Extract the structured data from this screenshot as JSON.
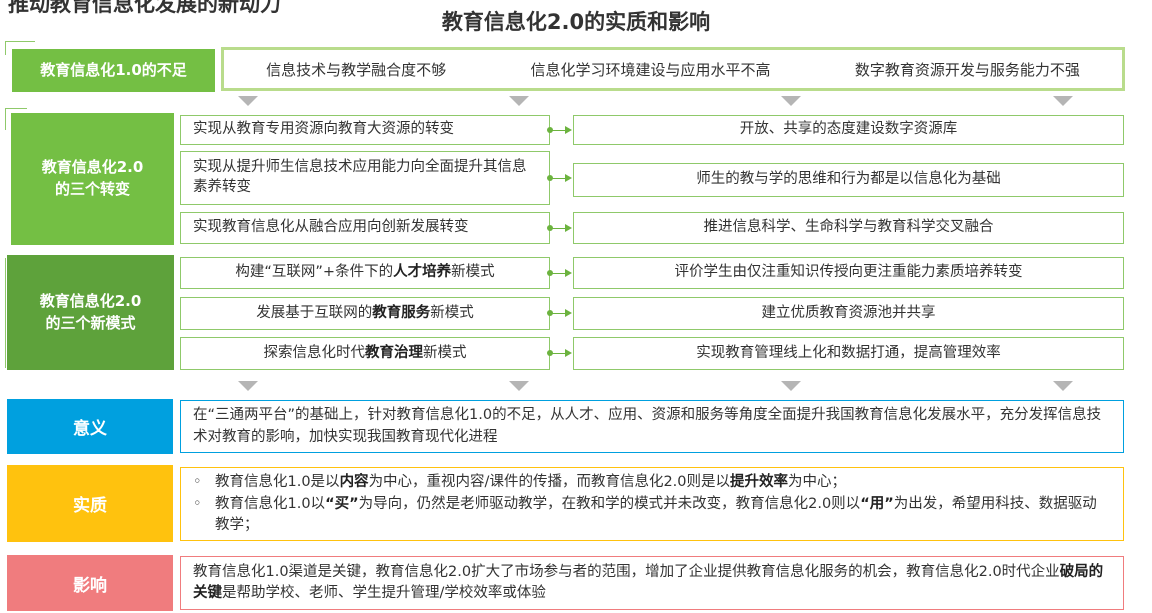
{
  "page": {
    "title": "教育信息化2.0的实质和影响",
    "cut_title": "推动教育信息化发展的新动力"
  },
  "row1": {
    "label": "教育信息化1.0的不足",
    "items": [
      "信息技术与教学融合度不够",
      "信息化学习环境建设与应用水平不高",
      "数字教育资源开发与服务能力不强"
    ]
  },
  "transforms": {
    "label_line1": "教育信息化2.0",
    "label_line2": "的三个转变",
    "rows": [
      {
        "left": "实现从教育专用资源向教育大资源的转变",
        "right": "开放、共享的态度建设数字资源库"
      },
      {
        "left": "实现从提升师生信息技术应用能力向全面提升其信息素养转变",
        "right": "师生的教与学的思维和行为都是以信息化为基础"
      },
      {
        "left": "实现教育信息化从融合应用向创新发展转变",
        "right": "推进信息科学、生命科学与教育科学交叉融合"
      }
    ]
  },
  "modes": {
    "label_line1": "教育信息化2.0",
    "label_line2": "的三个新模式",
    "rows": [
      {
        "left_pre": "构建“互联网”+条件下的",
        "left_bold": "人才培养",
        "left_post": "新模式",
        "right": "评价学生由仅注重知识传授向更注重能力素质培养转变"
      },
      {
        "left_pre": "发展基于互联网的",
        "left_bold": "教育服务",
        "left_post": "新模式",
        "right": "建立优质教育资源池并共享"
      },
      {
        "left_pre": "探索信息化时代",
        "left_bold": "教育治理",
        "left_post": "新模式",
        "right": "实现教育管理线上化和数据打通，提高管理效率"
      }
    ]
  },
  "meaning": {
    "label": "意义",
    "color": "#00a0df",
    "text": "在“三通两平台”的基础上，针对教育信息化1.0的不足，从人才、应用、资源和服务等角度全面提升我国教育信息化发展水平，充分发挥信息技术对教育的影响，加快实现我国教育现代化进程"
  },
  "essence": {
    "label": "实质",
    "color": "#ffc20e",
    "bullets": [
      {
        "mark": "◦",
        "t1": "教育信息化1.0是以",
        "b1": "内容",
        "t2": "为中心，重视内容/课件的传播，而教育信息化2.0则是以",
        "b2": "提升效率",
        "t3": "为中心；"
      },
      {
        "mark": "◦",
        "t1": "教育信息化1.0以",
        "b1": "“买”",
        "t2": "为导向，仍然是老师驱动教学，在教和学的模式并未改变，教育信息化2.0则以",
        "b2": "“用”",
        "t3": "为出发，希望用科技、数据驱动教学；"
      }
    ]
  },
  "impact": {
    "label": "影响",
    "color": "#f07c7e",
    "t1": "教育信息化1.0渠道是关键，教育信息化2.0扩大了市场参与者的范围，增加了企业提供教育信息化服务的机会，教育信息化2.0时代企业",
    "b1": "破局的关键",
    "t2": "是帮助学校、老师、学生提升管理/学校效率或体验"
  }
}
